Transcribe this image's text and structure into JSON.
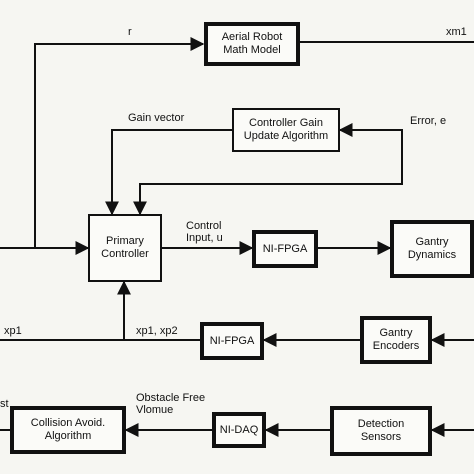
{
  "blocks": {
    "aerial_model": "Aerial Robot\nMath Model",
    "gain_update": "Controller Gain\nUpdate Algorithm",
    "primary_controller": "Primary\nController",
    "nifpga_top": "NI-FPGA",
    "gantry_dynamics": "Gantry\nDynamics",
    "nifpga_bottom": "NI-FPGA",
    "gantry_encoders": "Gantry\nEncoders",
    "collision_avoid": "Collision Avoid.\nAlgorithm",
    "nidaq": "NI-DAQ",
    "detection_sensors": "Detection\nSensors"
  },
  "labels": {
    "r": "r",
    "xm1": "xm1",
    "gain_vector": "Gain vector",
    "error": "Error, e",
    "control_input": "Control\nInput, u",
    "xp1": "xp1",
    "xp1_xp2": "xp1, xp2",
    "obstacle_free": "Obstacle Free\nVlomue",
    "st": "st"
  }
}
